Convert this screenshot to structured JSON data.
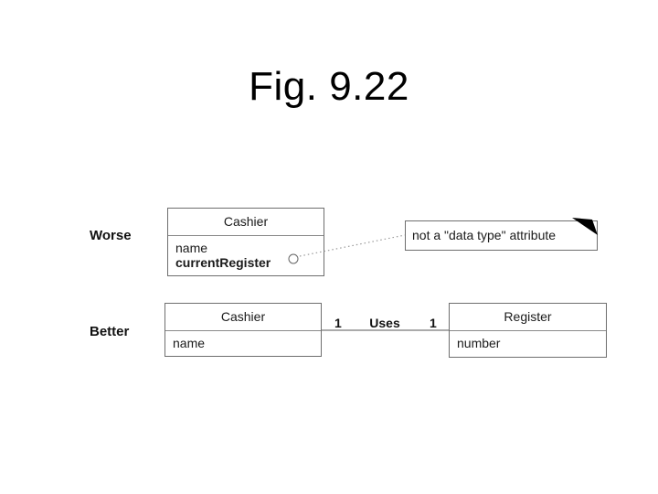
{
  "page": {
    "title": "Fig. 9.22",
    "background": "#ffffff"
  },
  "colors": {
    "box_border": "#6e6e6e",
    "compartment_divider": "#8a8a8a",
    "connector_gray": "#9a9a9a",
    "text": "#1a1a1a",
    "note_fold": "#000000"
  },
  "worse": {
    "label": "Worse",
    "cashier": {
      "title": "Cashier",
      "attr1": "name",
      "attr2": "currentRegister"
    },
    "note": {
      "text": "not a \"data type\" attribute"
    }
  },
  "better": {
    "label": "Better",
    "cashier": {
      "title": "Cashier",
      "attr1": "name"
    },
    "register": {
      "title": "Register",
      "attr1": "number"
    },
    "association": {
      "label": "Uses",
      "mult_left": "1",
      "mult_right": "1"
    }
  }
}
